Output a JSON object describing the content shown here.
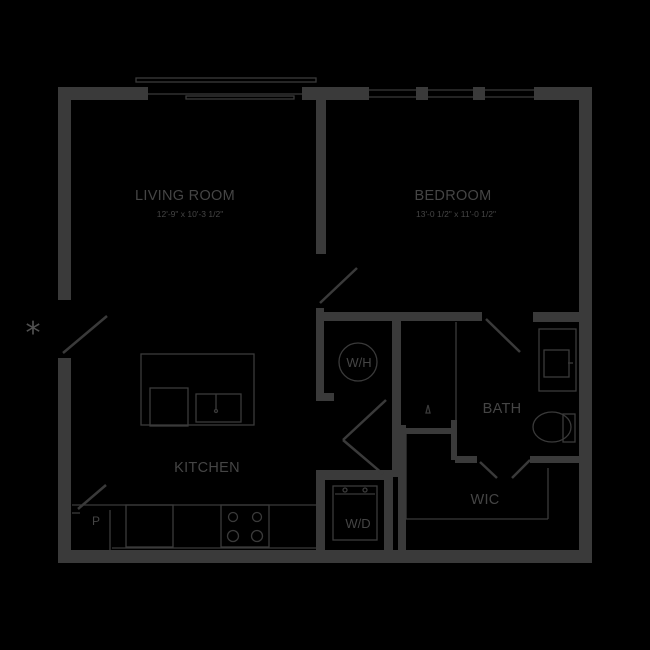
{
  "rooms": {
    "living_room": {
      "name": "LIVING ROOM",
      "dimensions": "12'-9\" x 10'-3 1/2\""
    },
    "bedroom": {
      "name": "BEDROOM",
      "dimensions": "13'-0 1/2\" x 11'-0 1/2\""
    },
    "kitchen": {
      "name": "KITCHEN"
    },
    "bath": {
      "name": "BATH"
    },
    "wic": {
      "name": "WIC"
    },
    "water_heater": {
      "name": "W/H"
    },
    "washer_dryer": {
      "name": "W/D"
    },
    "pantry": {
      "name": "P"
    }
  },
  "entry_marker": "*"
}
